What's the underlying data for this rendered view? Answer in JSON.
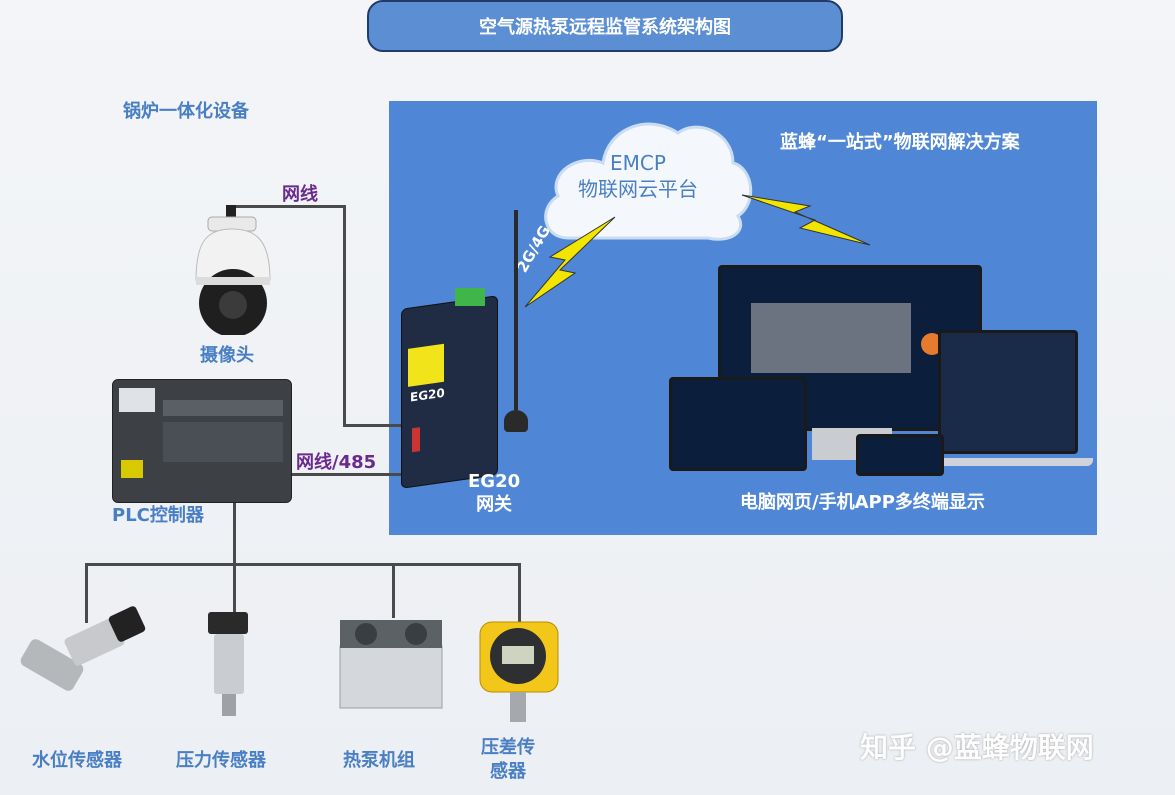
{
  "title": "空气源热泵远程监管系统架构图",
  "boiler_label": "锅炉一体化设备",
  "panel_label": "蓝蜂“一站式”物联网解决方案",
  "cloud": {
    "line1": "EMCP",
    "line2": "物联网云平台"
  },
  "signal_label": "2G/4G",
  "wire_labels": {
    "network": "网线",
    "network_485": "网线/485"
  },
  "devices": {
    "camera": "摄像头",
    "plc": "PLC控制器",
    "gateway_model": "EG20",
    "gateway_label_1": "EG20",
    "gateway_label_2": "网关",
    "display": "电脑网页/手机APP多终端显示"
  },
  "sensors": [
    {
      "label": "水位传感器"
    },
    {
      "label": "压力传感器"
    },
    {
      "label": "热泵机组"
    },
    {
      "label": "压差传",
      "label2": "感器"
    }
  ],
  "watermark": "知乎 @蓝蜂物联网",
  "colors": {
    "title_bg": "#5b8ed3",
    "panel_bg": "#4f86d6",
    "label_blue": "#4a7fc4",
    "label_purple": "#6a2a8e",
    "lightning": "#f2e600"
  }
}
